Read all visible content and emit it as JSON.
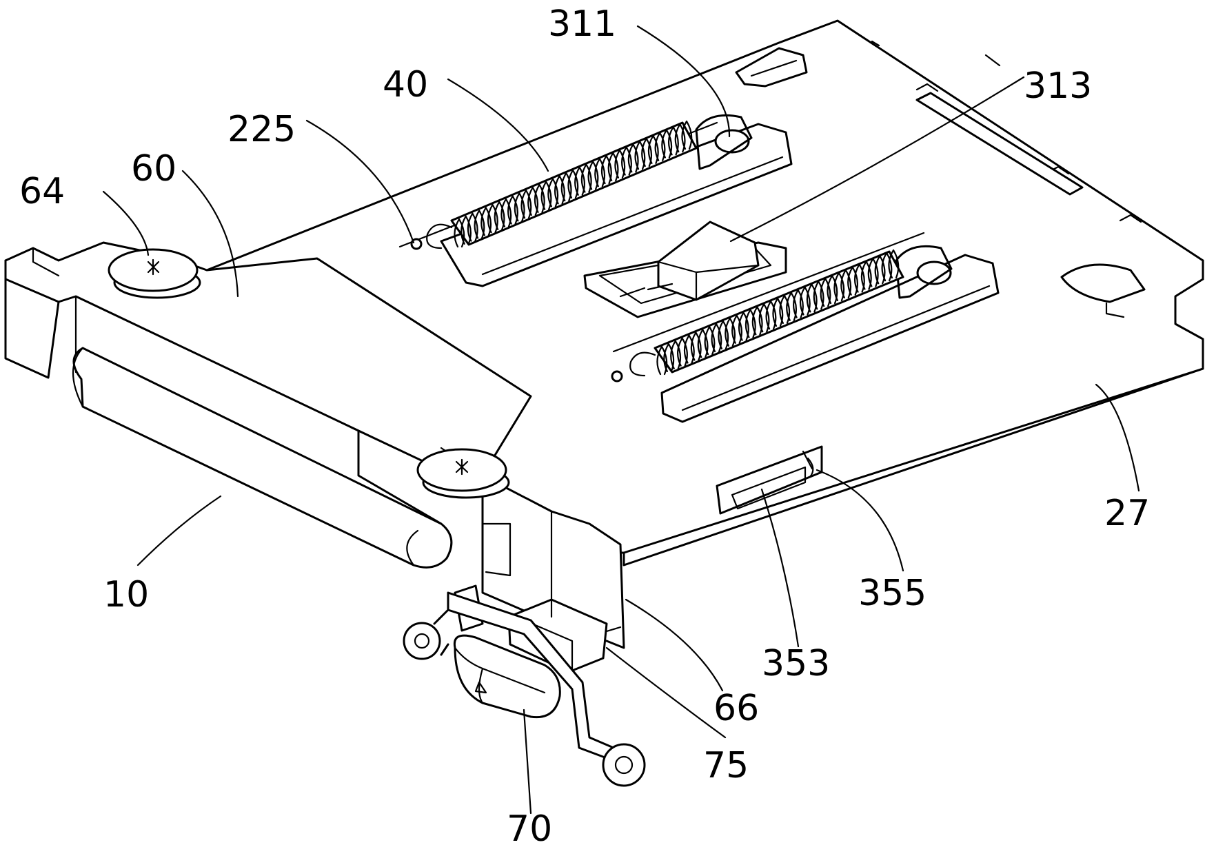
{
  "figure": {
    "labels": {
      "l311": "311",
      "l40": "40",
      "l313": "313",
      "l225": "225",
      "l60": "60",
      "l64": "64",
      "l27": "27",
      "l10": "10",
      "l355": "355",
      "l353": "353",
      "l66": "66",
      "l75": "75",
      "l70": "70"
    },
    "line_color": "#000000",
    "background": "#ffffff"
  }
}
